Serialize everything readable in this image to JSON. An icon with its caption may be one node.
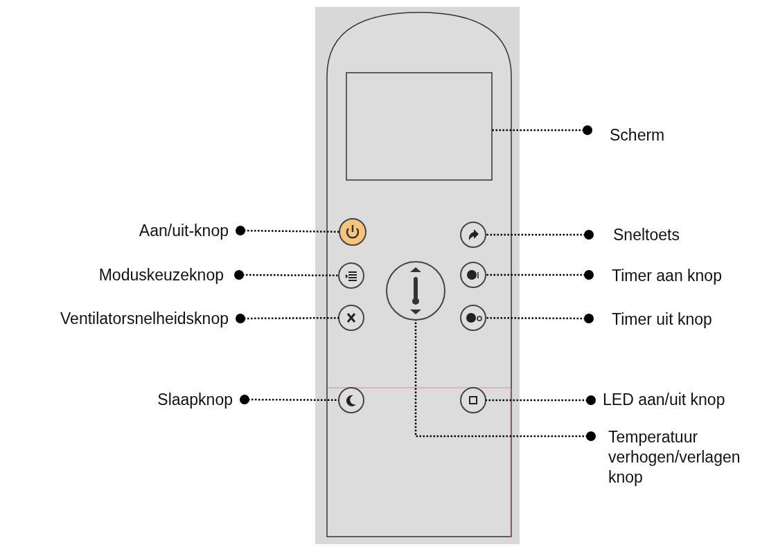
{
  "diagram": {
    "nodes": [
      {
        "text": [
          "Scherm"
        ]
      },
      {
        "text": [],
        "shape": "box"
      },
      {
        "text": [
          "Aan/uit-knop"
        ]
      },
      {
        "text": [],
        "shape": "circle"
      },
      {
        "text": [
          "Sneltoets"
        ]
      },
      {
        "text": [],
        "shape": "circle"
      },
      {
        "text": [
          "Moduskeuzeknop"
        ]
      },
      {
        "text": [],
        "shape": "circle"
      },
      {
        "text": [
          "Timer aan knop"
        ]
      },
      {
        "text": [],
        "shape": "circle"
      },
      {
        "text": [
          "Ventilatorsnelheidsknop"
        ]
      },
      {
        "text": [],
        "shape": "circle"
      },
      {
        "text": [
          "Timer uit knop"
        ]
      },
      {
        "text": [],
        "shape": "circle"
      },
      {
        "text": [
          "Slaapknop"
        ]
      },
      {
        "text": [],
        "shape": "circle"
      },
      {
        "text": [
          "LED aan/uit knop"
        ]
      },
      {
        "text": [],
        "shape": "circle"
      },
      {
        "text": [
          "Temperatuur verhogen/verlagen knop"
        ]
      },
      {
        "text": [],
        "shape": "circle"
      }
    ],
    "edges": [
      {
        "from": 0,
        "to": 1,
        "arrow": "other"
      },
      {
        "from": 2,
        "to": 3,
        "arrow": "other"
      },
      {
        "from": 4,
        "to": 5,
        "arrow": "other"
      },
      {
        "from": 6,
        "to": 7,
        "arrow": "other"
      },
      {
        "from": 8,
        "to": 9,
        "arrow": "other"
      },
      {
        "from": 10,
        "to": 11,
        "arrow": "other"
      },
      {
        "from": 12,
        "to": 13,
        "arrow": "other"
      },
      {
        "from": 14,
        "to": 15,
        "arrow": "other"
      },
      {
        "from": 16,
        "to": 17,
        "arrow": "other"
      },
      {
        "from": 18,
        "to": 19,
        "arrow": "other"
      }
    ]
  }
}
